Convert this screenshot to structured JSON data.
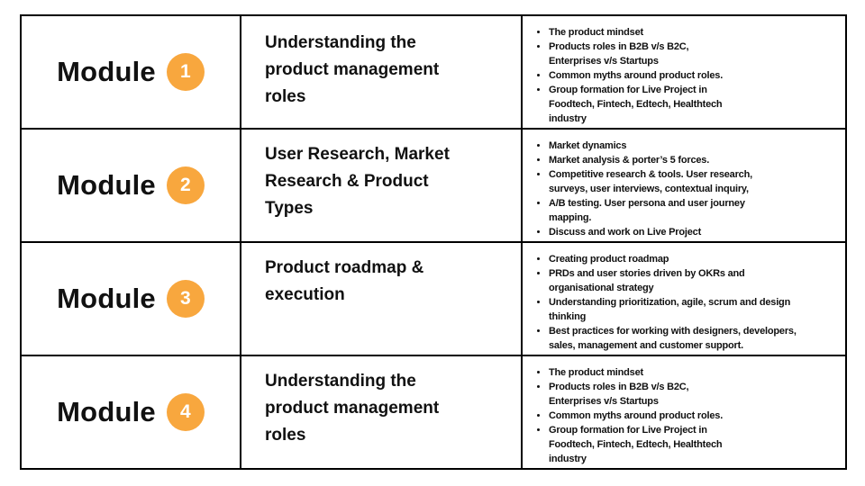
{
  "page": {
    "background_color": "#FFFFFF"
  },
  "table": {
    "border_color": "#000000",
    "text_color": "#111111",
    "badge_color": "#F8A73E",
    "badge_text_color": "#FFFFFF"
  },
  "modules": [
    {
      "label": "Module",
      "number": "1",
      "title": "Understanding the\nproduct management\nroles",
      "topics": [
        "The product mindset",
        "Products roles in B2B v/s B2C,\nEnterprises v/s Startups",
        "Common myths around product roles.",
        "Group formation for Live Project in\nFoodtech, Fintech, Edtech, Healthtech\nindustry"
      ]
    },
    {
      "label": "Module",
      "number": "2",
      "title": "User Research, Market\nResearch & Product\nTypes",
      "topics": [
        "Market dynamics",
        "Market analysis & porter’s 5 forces.",
        "Competitive research & tools. User research,\nsurveys, user interviews, contextual inquiry,",
        "A/B testing. User persona and user journey\nmapping.",
        "Discuss and work on Live Project"
      ]
    },
    {
      "label": "Module",
      "number": "3",
      "title": "Product roadmap &\nexecution",
      "topics": [
        "Creating product roadmap",
        "PRDs and user stories driven by OKRs and\norganisational strategy",
        "Understanding prioritization, agile, scrum and design\nthinking",
        "Best practices for working with designers, developers,\nsales, management and customer support."
      ]
    },
    {
      "label": "Module",
      "number": "4",
      "title": "Understanding the\nproduct management\nroles",
      "topics": [
        "The product mindset",
        "Products roles in B2B v/s B2C,\nEnterprises v/s Startups",
        "Common myths around product roles.",
        "Group formation for Live Project in\nFoodtech, Fintech, Edtech, Healthtech\nindustry"
      ]
    }
  ]
}
